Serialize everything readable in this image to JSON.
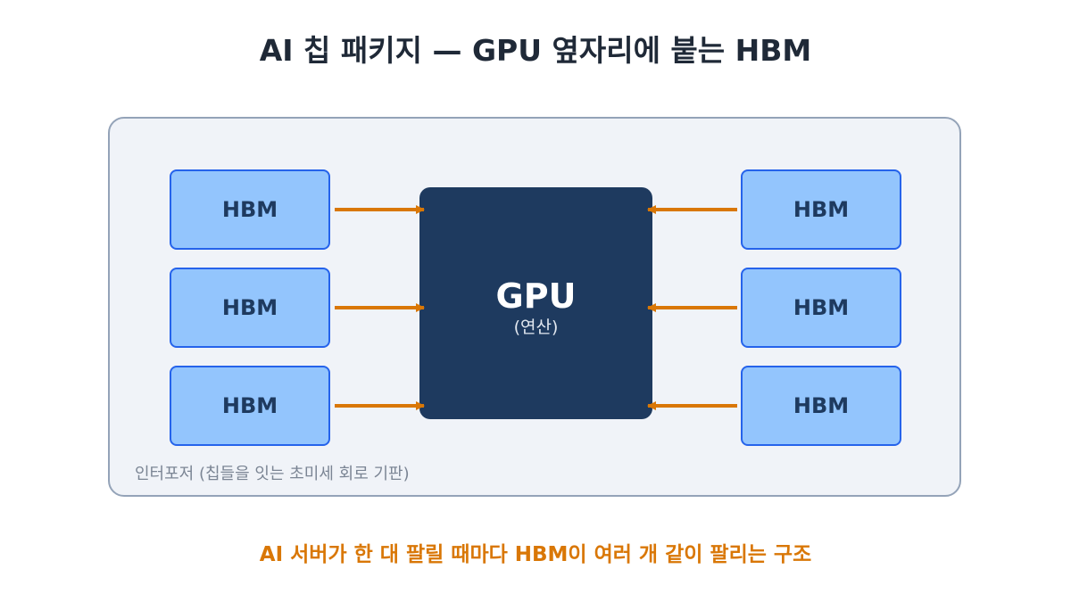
{
  "title": "AI 칩 패키지 — GPU 옆자리에 붙는 HBM",
  "interposer_label": "인터포저 (칩들을 잇는 초미세 회로 기판)",
  "gpu": {
    "name": "GPU",
    "sub": "(연산)"
  },
  "hbm_label": "HBM",
  "hbm_left": [
    "HBM",
    "HBM",
    "HBM"
  ],
  "hbm_right": [
    "HBM",
    "HBM",
    "HBM"
  ],
  "caption": "AI 서버가 한 대 팔릴 때마다 HBM이 여러 개 같이 팔리는 구조",
  "colors": {
    "gpu": "#1e3a5f",
    "hbm_fill": "#93c5fd",
    "hbm_border": "#2563eb",
    "arrow": "#d97706",
    "caption": "#d97706"
  }
}
